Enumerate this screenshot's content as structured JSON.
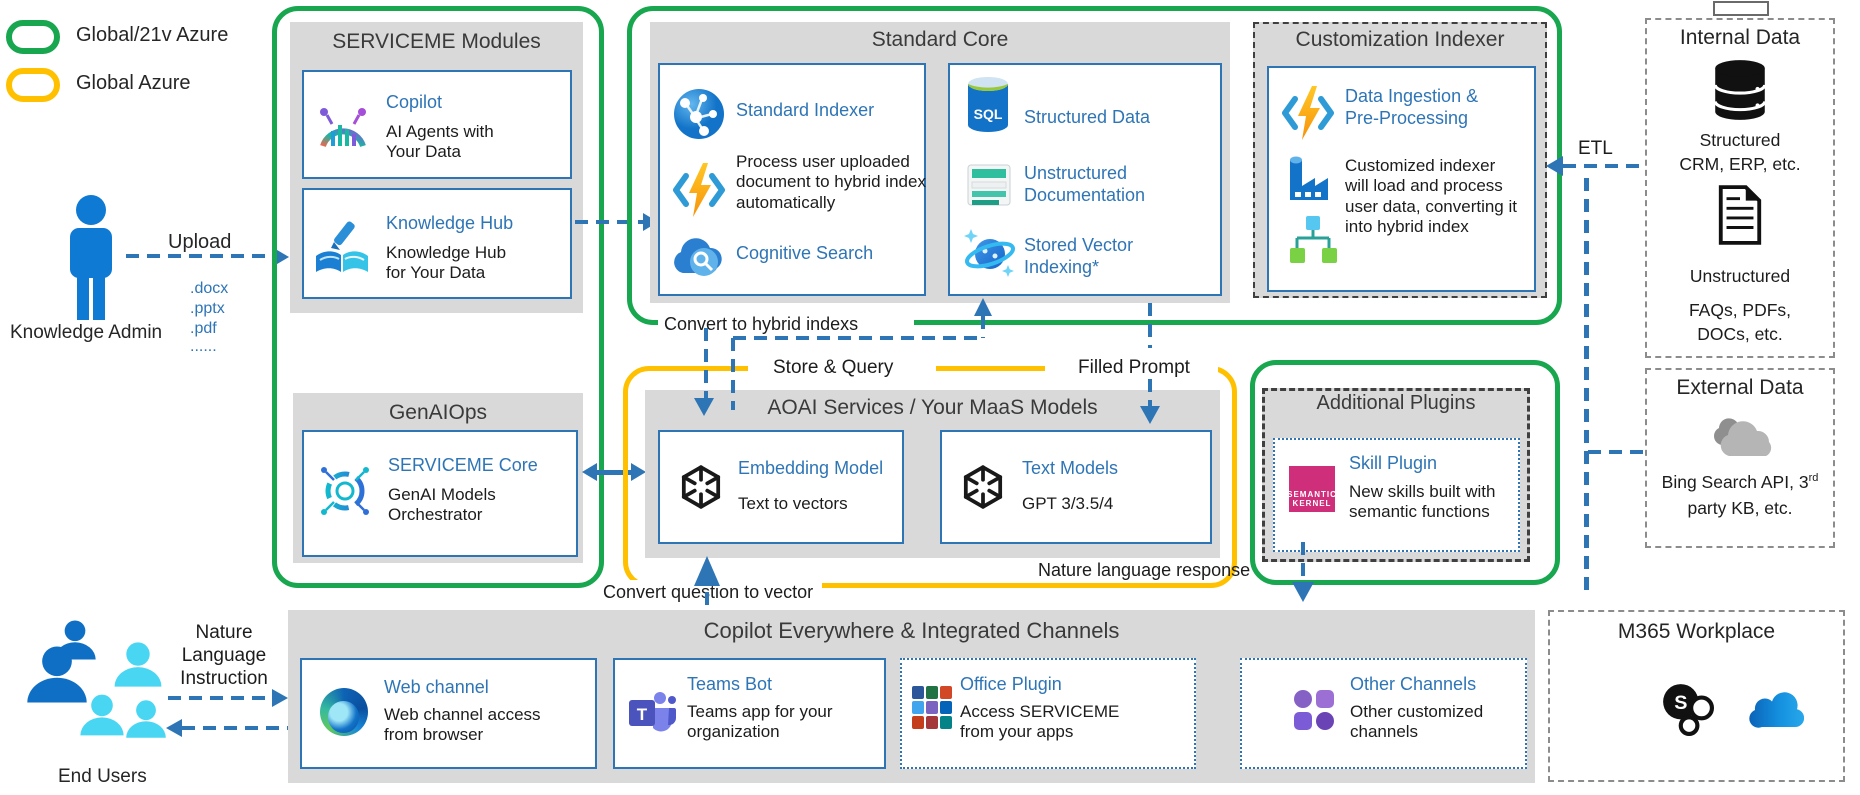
{
  "colors": {
    "green": "#18A64F",
    "yellow": "#FFC000",
    "blue": "#2E75B6",
    "gray_fill": "#D9D9D9"
  },
  "legend": {
    "items": [
      {
        "label": "Global/21v Azure",
        "color": "#18A64F"
      },
      {
        "label": "Global Azure",
        "color": "#FFC000"
      }
    ]
  },
  "actors": {
    "admin": {
      "label": "Knowledge Admin",
      "upload": "Upload",
      "files": [
        ".docx",
        ".pptx",
        ".pdf",
        "......"
      ]
    },
    "users": {
      "label": "End Users",
      "instruction": "Nature Language Instruction"
    }
  },
  "serviceme": {
    "title": "SERVICEME Modules",
    "cards": [
      {
        "title": "Copilot",
        "body": "AI Agents with Your Data",
        "icon": "copilot-icon"
      },
      {
        "title": "Knowledge Hub",
        "body": "Knowledge Hub for Your Data",
        "icon": "knowledge-hub-icon"
      }
    ]
  },
  "genaiops": {
    "title": "GenAIOps",
    "card": {
      "title": "SERVICEME Core",
      "body": "GenAI Models Orchestrator",
      "icon": "orchestrator-icon"
    }
  },
  "standard_core": {
    "title": "Standard Core",
    "indexer": {
      "title": "Standard Indexer",
      "body": "Process user uploaded document to hybrid index automatically",
      "search": "Cognitive Search"
    },
    "data": {
      "sql_label": "SQL",
      "items": [
        "Structured Data",
        "Unstructured Documentation",
        "Stored Vector Indexing*"
      ]
    }
  },
  "customization": {
    "title": "Customization Indexer",
    "card": {
      "title": "Data Ingestion & Pre-Processing",
      "body": "Customized indexer will load and process user data, converting it into hybrid index"
    }
  },
  "aoai": {
    "title": "AOAI Services / Your MaaS Models",
    "embedding": {
      "title": "Embedding Model",
      "body": "Text to vectors"
    },
    "text_models": {
      "title": "Text Models",
      "body": "GPT 3/3.5/4"
    }
  },
  "plugins": {
    "title": "Additional Plugins",
    "card": {
      "title": "Skill Plugin",
      "body": "New skills built with semantic functions",
      "badge_line1": "SEMANTIC",
      "badge_line2": "KERNEL"
    }
  },
  "channels": {
    "title": "Copilot Everywhere & Integrated Channels",
    "cards": [
      {
        "title": "Web channel",
        "body": "Web channel access from browser"
      },
      {
        "title": "Teams Bot",
        "body": "Teams app for your organization"
      },
      {
        "title": "Office Plugin",
        "body": "Access SERVICEME from your apps"
      },
      {
        "title": "Other Channels",
        "body": "Other customized channels"
      }
    ]
  },
  "internal": {
    "title": "Internal Data",
    "lines": [
      "Structured",
      "CRM, ERP, etc.",
      "Unstructured",
      "FAQs, PDFs,",
      "DOCs, etc."
    ]
  },
  "external": {
    "title": "External Data",
    "line1": "Bing Search API, 3",
    "line1_sup": "rd",
    "line2": "party KB, etc."
  },
  "m365": {
    "title": "M365 Workplace"
  },
  "flows": {
    "etl": "ETL",
    "convert_hybrid": "Convert to hybrid indexs",
    "store_query": "Store & Query",
    "filled_prompt": "Filled Prompt",
    "convert_question": "Convert question to vector",
    "nature_response": "Nature language response"
  }
}
